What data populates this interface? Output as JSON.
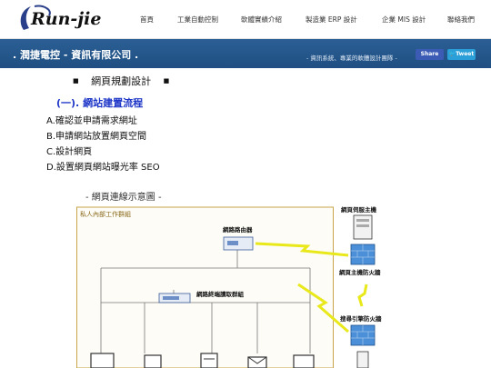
{
  "header": {
    "logo_text": "Run-jie",
    "nav": [
      {
        "label": "首頁"
      },
      {
        "label": "工業自動控制"
      },
      {
        "label": "軟體實績介紹"
      },
      {
        "label": "製造業 ERP 設計"
      },
      {
        "label": "企業 MIS 設計"
      },
      {
        "label": "聯絡我們"
      }
    ]
  },
  "banner": {
    "company": ". 潤捷電控 - 資訊有限公司 .",
    "tagline": "- 資訊系統、專業的軟體設計團隊 -",
    "share_label": "Share",
    "tweet_label": "Tweet"
  },
  "content": {
    "section_title": "網頁規劃設計",
    "section_bullet": "■",
    "sub_title": "(一). 網站建置流程",
    "steps": [
      "A.確認並申請需求網址",
      "B.申請網站放置網頁空間",
      "C.設計網頁",
      "D.設置網頁網站曝光率 SEO"
    ],
    "diagram_caption": "- 網頁連線示意圖 -"
  },
  "diagram": {
    "group_label": "私人內部工作群組",
    "router_label": "網路路由器",
    "switch_label": "網路終端讀取群組",
    "web_server_label": "網頁伺服主機",
    "host_firewall_label": "網頁主機防火牆",
    "search_firewall_label": "搜尋引擎防火牆"
  },
  "colors": {
    "banner": "#1f4f82",
    "sub_title": "#1e36c8",
    "group_border": "#c9a44a",
    "lightning": "#e8e81a",
    "firewall": "#4a8fd8",
    "share": "#3b5bb5",
    "tweet": "#2a9fd8"
  }
}
